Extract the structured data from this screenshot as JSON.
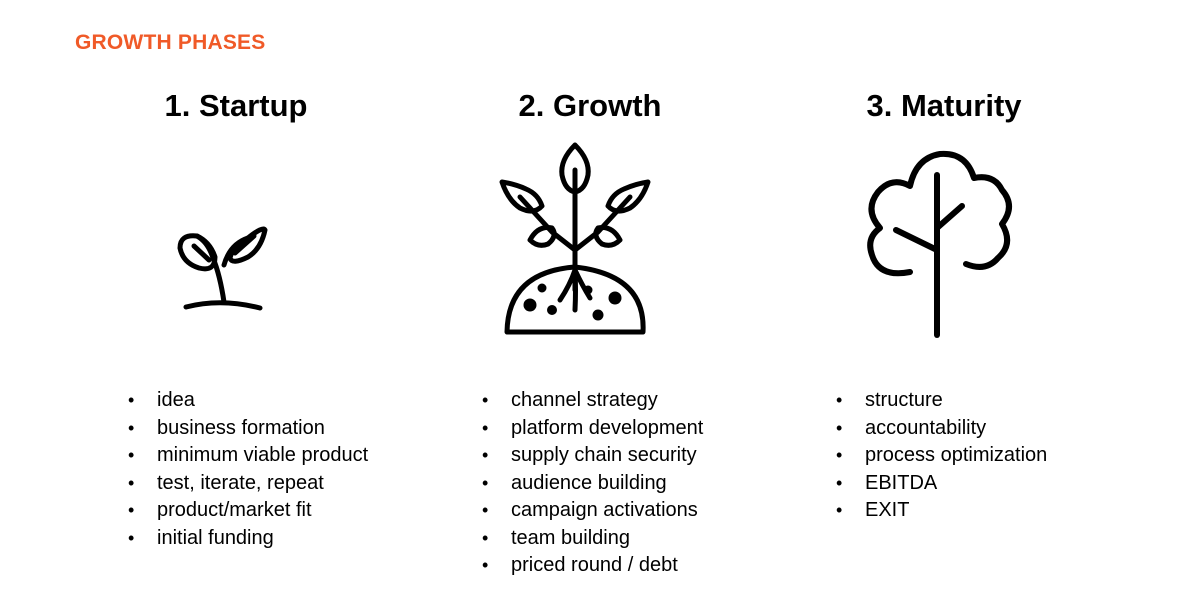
{
  "header": {
    "label": "GROWTH PHASES",
    "accent_color": "#F05A28"
  },
  "phases": [
    {
      "title": "1. Startup",
      "icon": "sprout-icon",
      "items": [
        "idea",
        "business formation",
        "minimum viable product",
        "test, iterate, repeat",
        "product/market fit",
        "initial funding"
      ]
    },
    {
      "title": "2. Growth",
      "icon": "plant-with-roots-icon",
      "items": [
        "channel strategy",
        "platform development",
        "supply chain security",
        "audience building",
        "campaign activations",
        "team building",
        "priced round / debt"
      ]
    },
    {
      "title": "3. Maturity",
      "icon": "tree-icon",
      "items": [
        "structure",
        "accountability",
        "process optimization",
        "EBITDA",
        "EXIT"
      ]
    }
  ],
  "bullet_glyph": "•"
}
